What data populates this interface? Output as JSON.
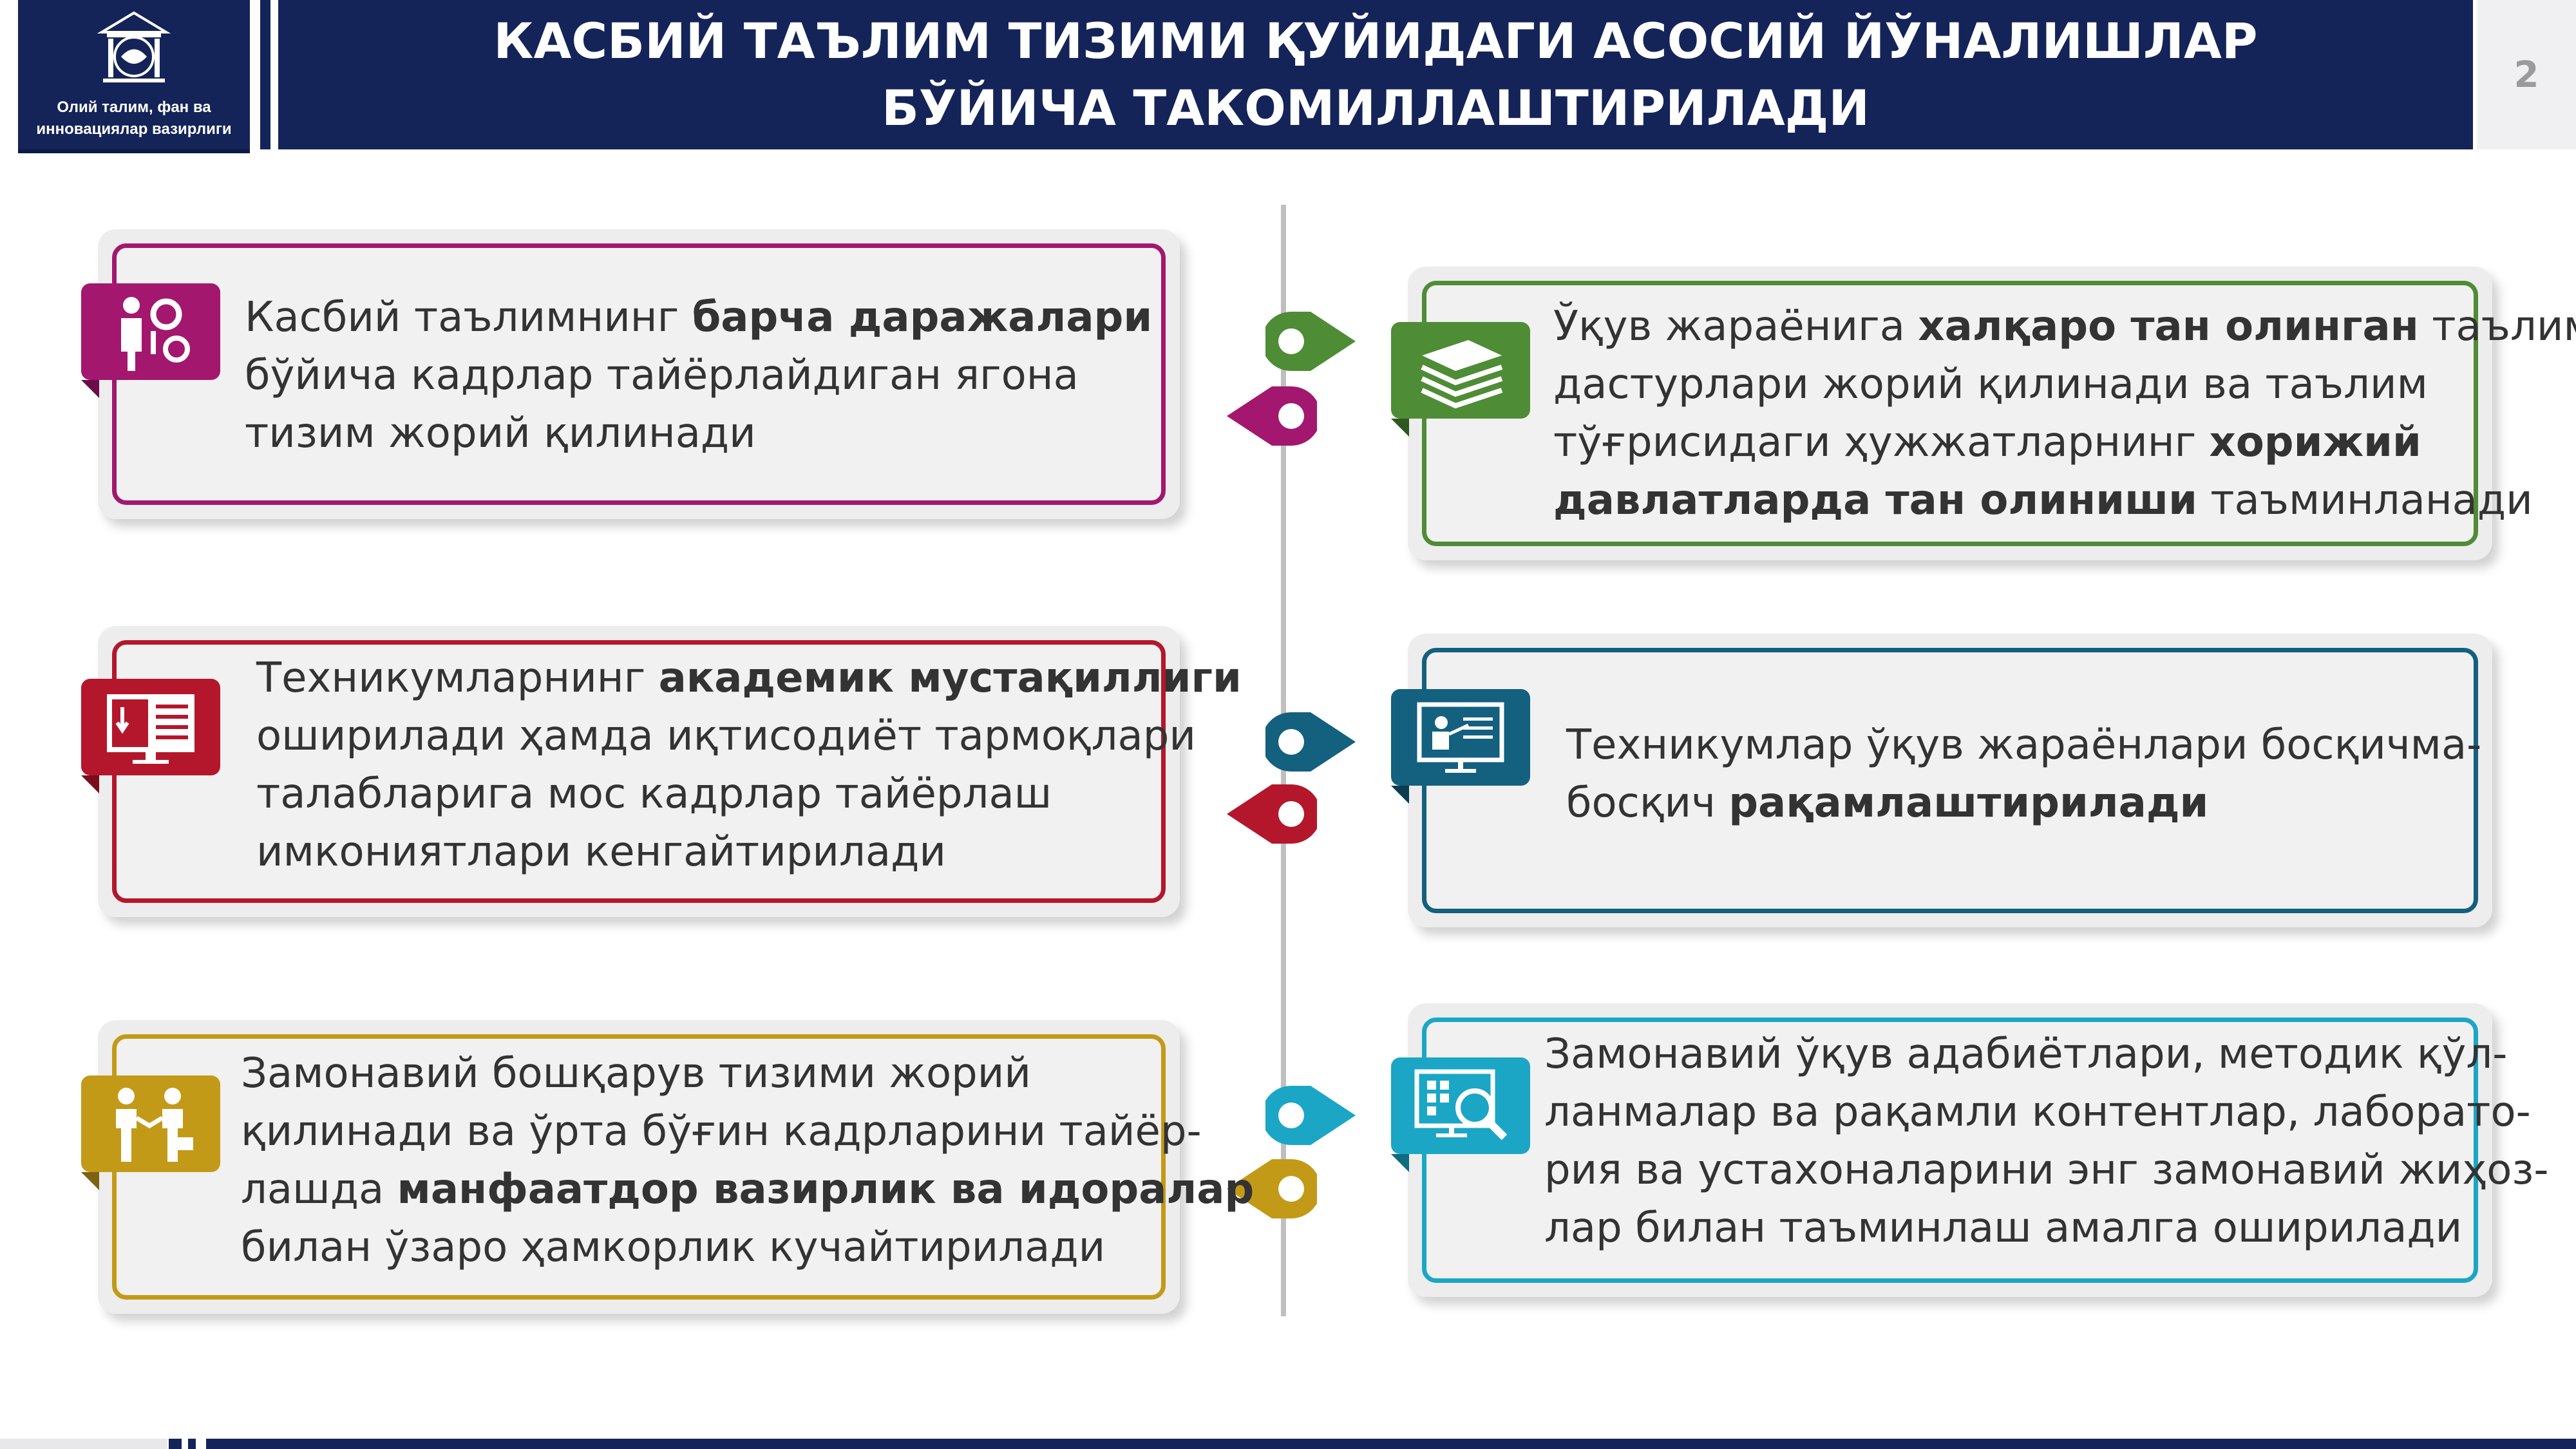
{
  "header": {
    "ministry_line1": "Олий талим, фан ва",
    "ministry_line2": "инновациялар вазирлиги",
    "title_line1": "КАСБИЙ ТАЪЛИМ ТИЗИМИ ҚУЙИДАГИ АСОСИЙ ЙЎНАЛИШЛАР",
    "title_line2": "БЎЙИЧА ТАКОМИЛЛАШТИРИЛАДИ",
    "page_number": "2"
  },
  "colors": {
    "navy": "#142459",
    "magenta": "#a3176e",
    "green": "#4f8c36",
    "red": "#b4172b",
    "teal": "#13607f",
    "gold": "#c39a17",
    "cyan": "#1ba6c6"
  },
  "cards": {
    "c1": {
      "icon": "people-gears-icon",
      "l1a": "Касбий таълимнинг ",
      "l1b": "барча даражалари",
      "l2": "бўйича кадрлар тайёрлайдиган ягона",
      "l3": "тизим жорий қилинади"
    },
    "c2": {
      "icon": "books-stack-icon",
      "l1a": "Ўқув жараёнига ",
      "l1b": "халқаро тан олинган",
      "l1c": " таълим",
      "l2": "дастурлари жорий қилинади ва таълим",
      "l3a": "тўғрисидаги ҳужжатларнинг ",
      "l3b": "хорижий",
      "l4a": "давлатларда тан олиниши",
      "l4b": " таъминланади"
    },
    "c3": {
      "icon": "open-book-icon",
      "l1a": "Техникумларнинг ",
      "l1b": "академик мустақиллиги",
      "l2": "оширилади ҳамда иқтисодиёт тармоқлари",
      "l3": "талабларига мос кадрлар тайёрлаш",
      "l4": "имкониятлари кенгайтирилади"
    },
    "c4": {
      "icon": "presentation-screen-icon",
      "l1": "Техникумлар ўқув жараёнлари босқичма-",
      "l2a": "босқич ",
      "l2b": "рақамлаштирилади"
    },
    "c5": {
      "icon": "handshake-icon",
      "l1": "Замонавий бошқарув тизими жорий",
      "l2": "қилинади ва ўрта бўғин кадрларини тайёр-",
      "l3a": "лашда ",
      "l3b": "манфаатдор вазирлик ва идоралар",
      "l4": "билан ўзаро ҳамкорлик кучайтирилади"
    },
    "c6": {
      "icon": "monitor-search-icon",
      "l1": "Замонавий ўқув адабиётлари, методик қўл-",
      "l2": "ланмалар ва рақамли контентлар, лаборато-",
      "l3": "рия ва устахоналарини энг замонавий жиҳоз-",
      "l4": "лар билан таъминлаш амалга оширилади"
    }
  }
}
